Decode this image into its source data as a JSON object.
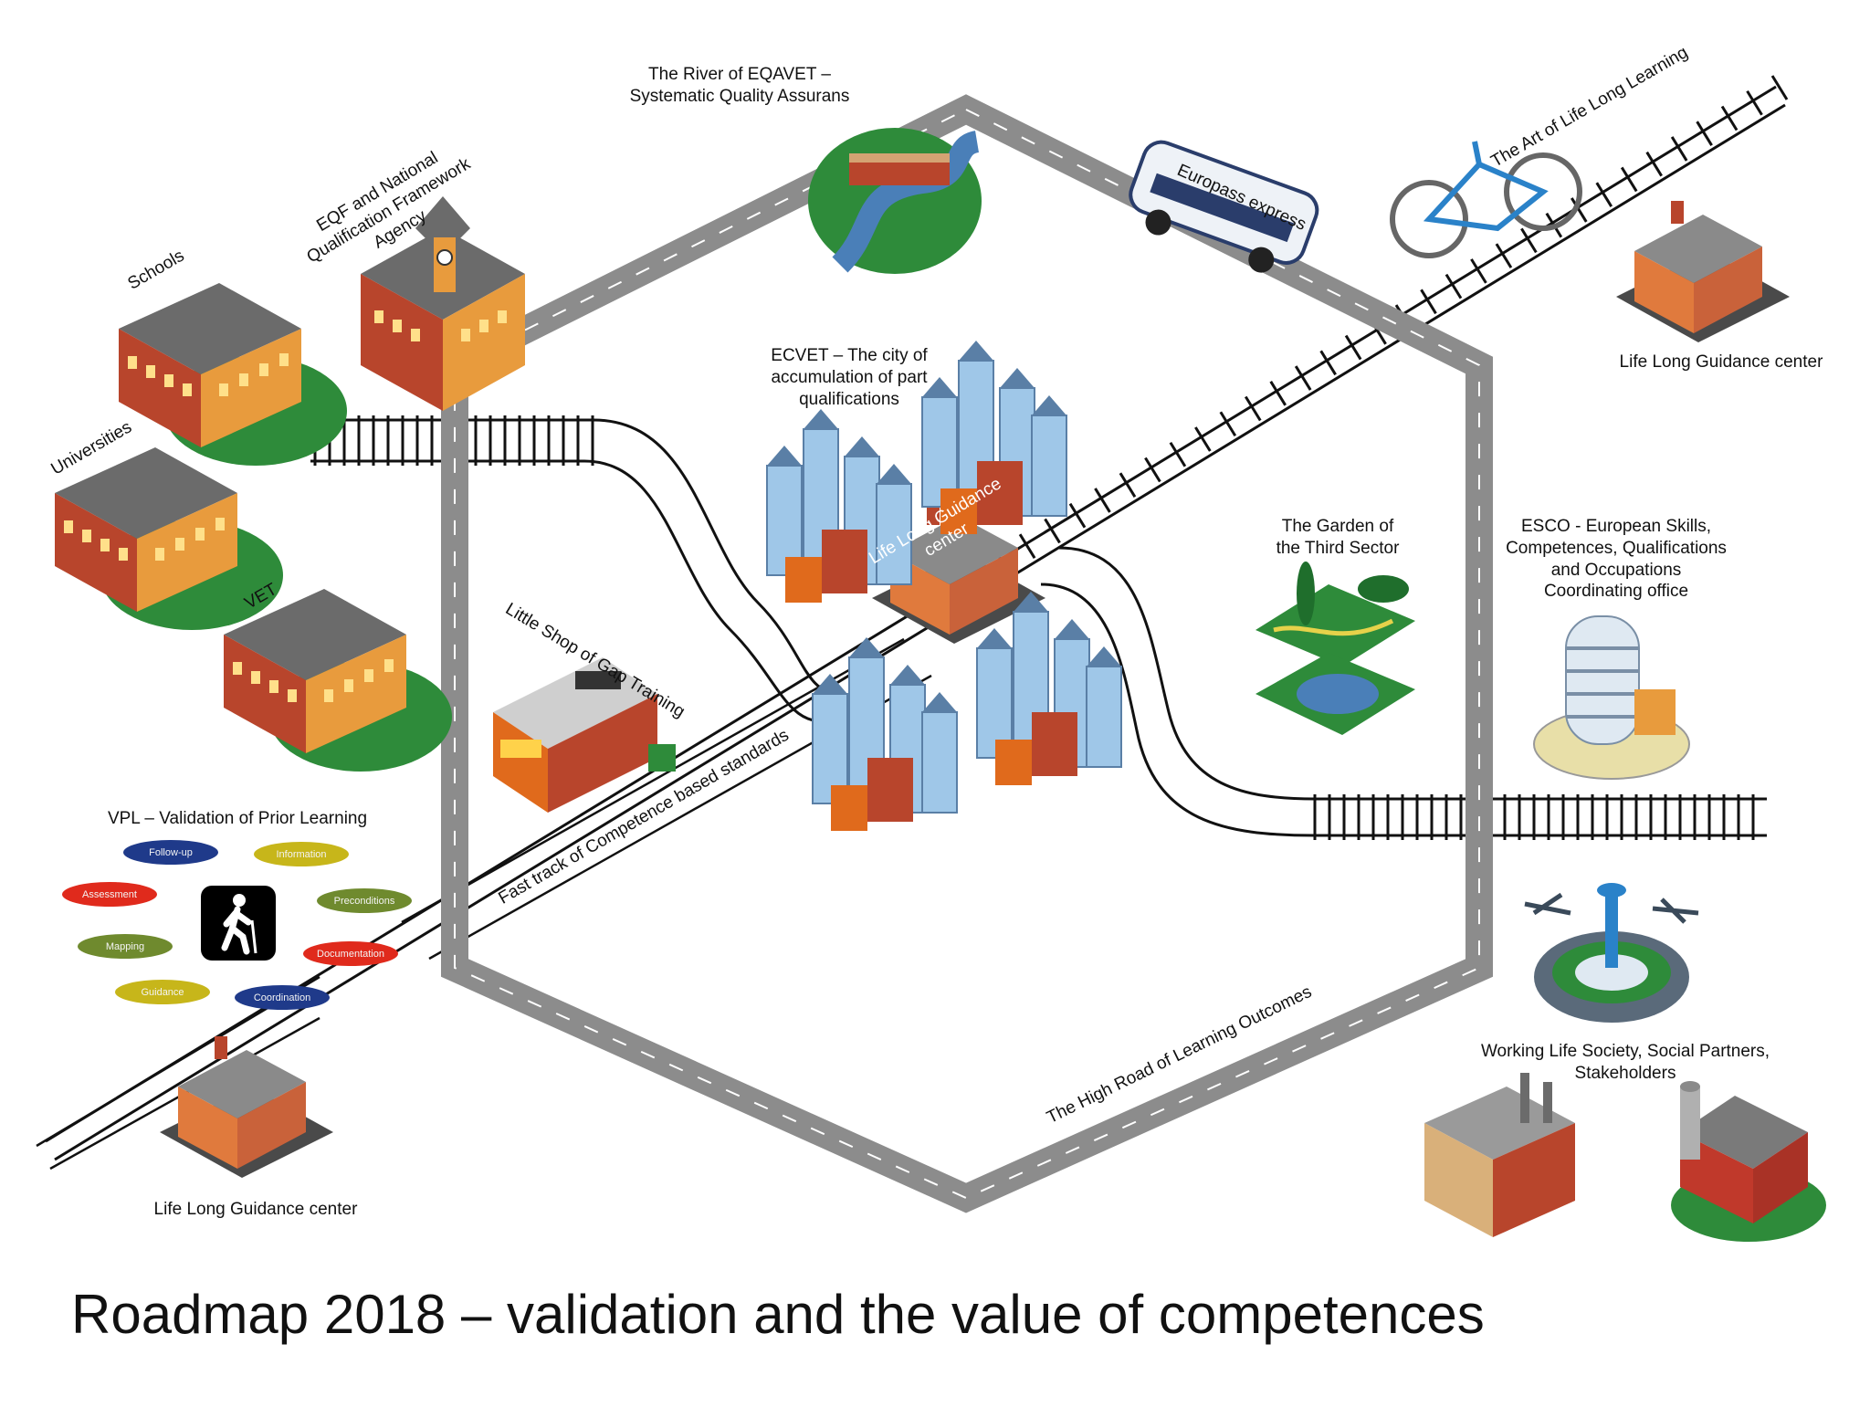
{
  "title": "Roadmap 2018 – validation and the value of competences",
  "labels": {
    "river": "The River of EQAVET –\nSystematic Quality Assurans",
    "eqf": "EQF and National\nQualification Framework\nAgency",
    "schools": "Schools",
    "universities": "Universities",
    "vet": "VET",
    "europass": "Europass express",
    "art": "The Art of Life Long Learning",
    "llg_top": "Life Long Guidance center",
    "ecvet": "ECVET – The city of\naccumulation of part\nqualifications",
    "llg_center": "Life Long Guidance\ncenter",
    "garden": "The Garden of\nthe Third Sector",
    "esco": "ESCO - European Skills,\nCompetences, Qualifications\nand Occupations\nCoordinating office",
    "shop": "Little Shop of Gap Training",
    "fast_track": "Fast track of Competence based standards",
    "high_road": "The High Road of Learning Outcomes",
    "working": "Working Life Society, Social Partners,\nStakeholders",
    "vpl": "VPL – Validation of Prior Learning",
    "llg_bottom": "Life Long Guidance center"
  },
  "vpl_steps": [
    {
      "label": "Follow-up",
      "color": "#1f3a8a"
    },
    {
      "label": "Information",
      "color": "#c7b61a"
    },
    {
      "label": "Assessment",
      "color": "#e02a1c"
    },
    {
      "label": "Preconditions",
      "color": "#6f8a2e"
    },
    {
      "label": "Mapping",
      "color": "#6f8a2e"
    },
    {
      "label": "Documentation",
      "color": "#e02a1c"
    },
    {
      "label": "Guidance",
      "color": "#c7b61a"
    },
    {
      "label": "Coordination",
      "color": "#1f3a8a"
    }
  ],
  "colors": {
    "road": "#8c8c8c",
    "rail": "#111111",
    "brick": "#b8452c",
    "roof": "#6b6b6b",
    "glass": "#9fc7e8",
    "grass": "#2e8b3a",
    "water": "#4a7fb8"
  }
}
